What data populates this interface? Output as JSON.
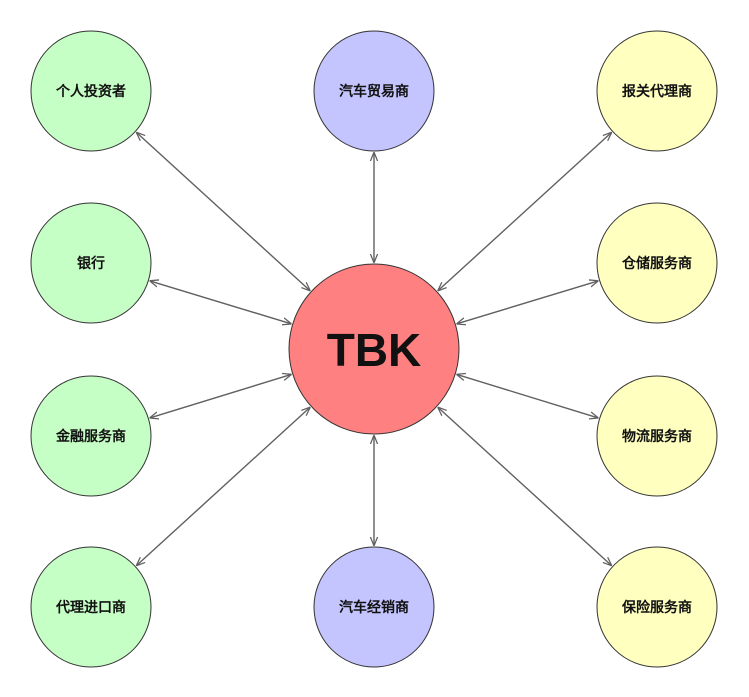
{
  "center": {
    "label": "TBK",
    "color": "#ff8080"
  },
  "nodes": [
    {
      "id": "individual-investor",
      "label": "个人投资者",
      "color": "#c6ffc6"
    },
    {
      "id": "bank",
      "label": "银行",
      "color": "#c6ffc6"
    },
    {
      "id": "financial-service-provider",
      "label": "金融服务商",
      "color": "#c6ffc6"
    },
    {
      "id": "import-agent",
      "label": "代理进口商",
      "color": "#c6ffc6"
    },
    {
      "id": "auto-trader",
      "label": "汽车贸易商",
      "color": "#c4c4ff"
    },
    {
      "id": "auto-dealer",
      "label": "汽车经销商",
      "color": "#c4c4ff"
    },
    {
      "id": "customs-broker",
      "label": "报关代理商",
      "color": "#ffffc0"
    },
    {
      "id": "warehouse-service",
      "label": "仓储服务商",
      "color": "#ffffc0"
    },
    {
      "id": "logistics-service",
      "label": "物流服务商",
      "color": "#ffffc0"
    },
    {
      "id": "insurance-service",
      "label": "保险服务商",
      "color": "#ffffc0"
    }
  ],
  "edge_color": "#606060"
}
